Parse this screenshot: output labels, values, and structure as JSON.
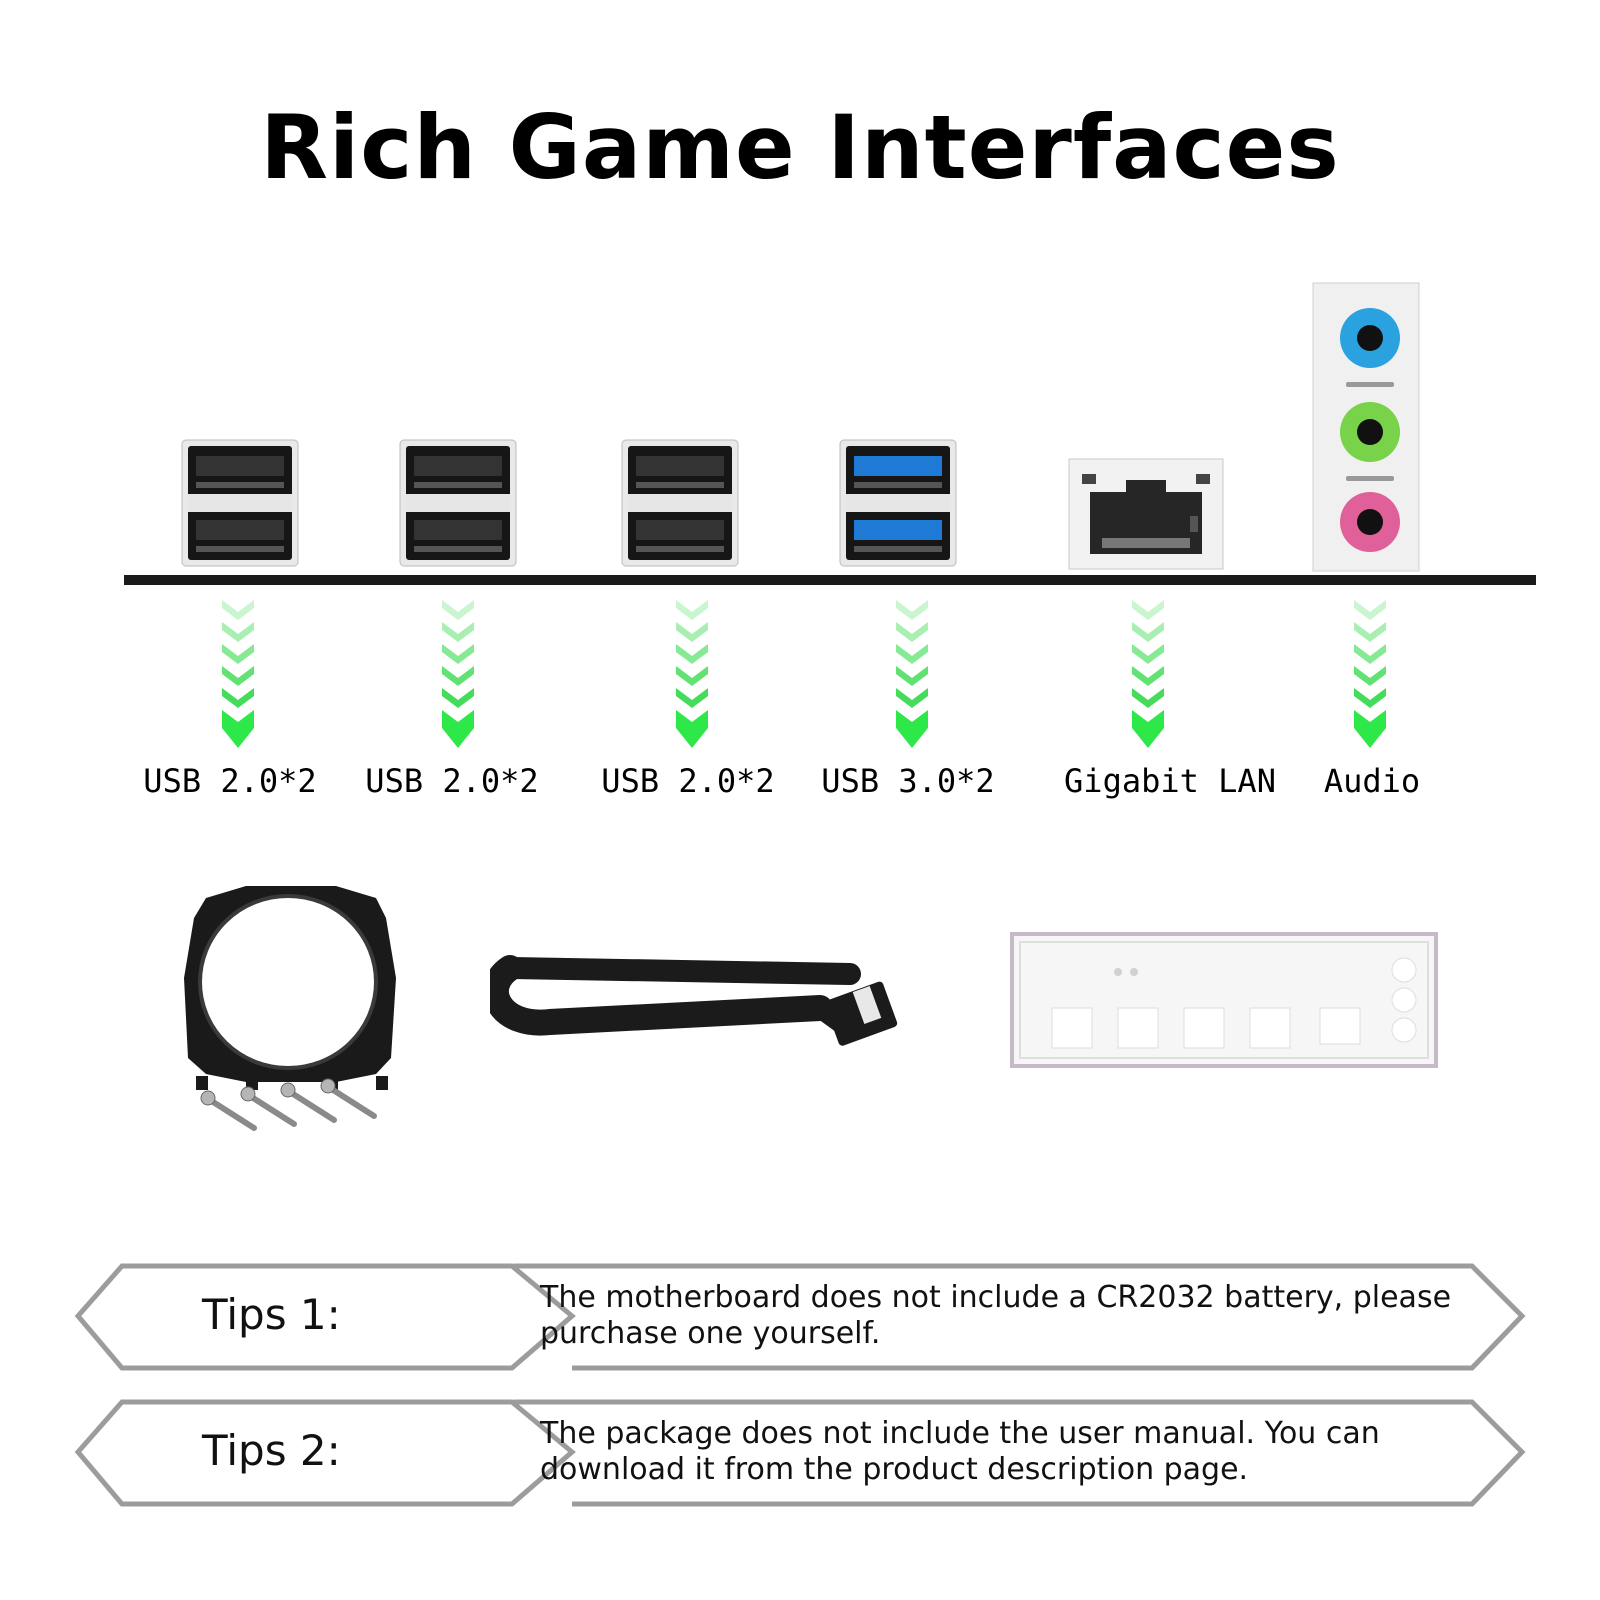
{
  "title": "Rich Game Interfaces",
  "ports": [
    {
      "label": "USB 2.0*2",
      "icon": "usb-2-port-icon"
    },
    {
      "label": "USB 2.0*2",
      "icon": "usb-2-port-icon"
    },
    {
      "label": "USB 2.0*2",
      "icon": "usb-2-port-icon"
    },
    {
      "label": "USB 3.0*2",
      "icon": "usb-3-port-icon"
    },
    {
      "label": "Gigabit LAN",
      "icon": "ethernet-port-icon"
    },
    {
      "label": "Audio",
      "icon": "audio-jack-icon"
    }
  ],
  "colors": {
    "arrow_green": "#2ee84a",
    "usb3_blue": "#1f7ad6",
    "audio_blue": "#2aa2e0",
    "audio_green": "#78d24a",
    "audio_pink": "#e0609a"
  },
  "tips": [
    {
      "label": "Tips 1:",
      "text": "The motherboard does not include a CR2032 battery, please purchase one yourself."
    },
    {
      "label": "Tips 2:",
      "text": "The package does not include the user manual. You can download it from the product description page."
    }
  ]
}
